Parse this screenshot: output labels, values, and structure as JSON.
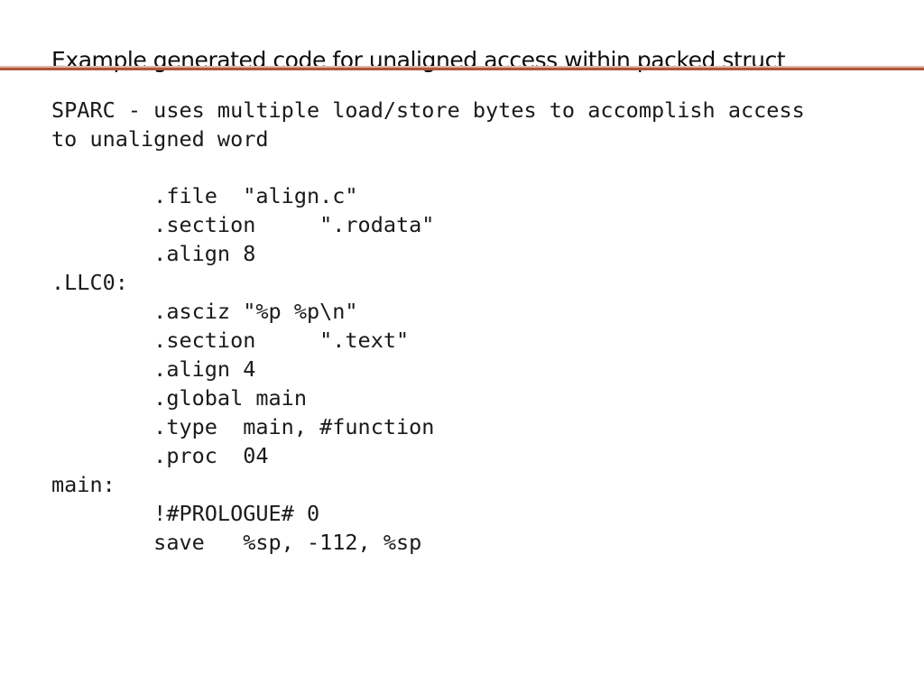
{
  "slide": {
    "title": "Example generated code for unaligned access within packed struct",
    "accent_color": "#b0553c",
    "accent_color_soft": "#e2b7a8",
    "background_color": "#ffffff",
    "text_color": "#1a1a1a"
  },
  "body": {
    "intro": "SPARC - uses multiple load/store bytes to accomplish access\nto unaligned word",
    "code_lines": [
      "        .file  \"align.c\"",
      "        .section     \".rodata\"",
      "        .align 8",
      ".LLC0:",
      "        .asciz \"%p %p\\n\"",
      "        .section     \".text\"",
      "        .align 4",
      "        .global main",
      "        .type  main, #function",
      "        .proc  04",
      "main:",
      "        !#PROLOGUE# 0",
      "        save   %sp, -112, %sp"
    ]
  }
}
